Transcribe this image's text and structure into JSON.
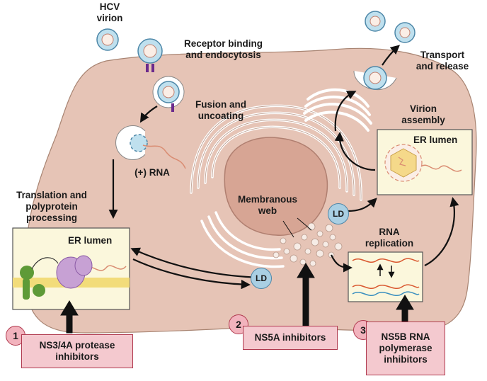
{
  "labels": {
    "hcv_virion": "HCV\nvirion",
    "receptor_binding": "Receptor binding\nand endocytosis",
    "fusion_uncoating": "Fusion and\nuncoating",
    "plus_rna": "(+) RNA",
    "translation": "Translation and\npolyprotein\nprocessing",
    "membranous_web": "Membranous\nweb",
    "rna_replication": "RNA\nreplication",
    "virion_assembly": "Virion\nassembly",
    "transport_release": "Transport\nand release",
    "er_lumen_left": "ER lumen",
    "er_lumen_right": "ER lumen",
    "ld": "LD"
  },
  "drug_targets": [
    {
      "number": "1",
      "label": "NS3/4A protease\ninhibitors"
    },
    {
      "number": "2",
      "label": "NS5A inhibitors"
    },
    {
      "number": "3",
      "label": "NS5B RNA\npolymerase\ninhibitors"
    }
  ],
  "colors": {
    "cell_fill": "#e6c4b6",
    "nucleus_fill": "#d7a594",
    "drug_box_fill": "#f4c9cf",
    "lipid_droplet": "#a9cfe3",
    "er_panel": "#fbf7dc",
    "rna": "#d98c72"
  }
}
